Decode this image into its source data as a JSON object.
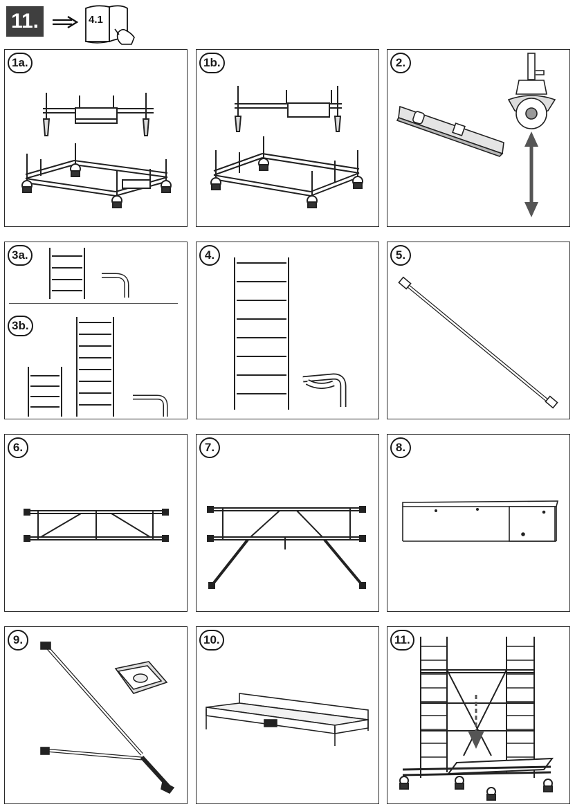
{
  "header": {
    "step_number": "11.",
    "manual_reference": "4.1"
  },
  "panels": [
    {
      "label": "1a."
    },
    {
      "label": "1b."
    },
    {
      "label": "2."
    },
    {
      "label": "3a.",
      "label2": "3b."
    },
    {
      "label": "4."
    },
    {
      "label": "5."
    },
    {
      "label": "6."
    },
    {
      "label": "7."
    },
    {
      "label": "8."
    },
    {
      "label": "9."
    },
    {
      "label": "10."
    },
    {
      "label": "11."
    }
  ],
  "icons": {
    "arrow": "double-right-arrow-icon",
    "manual": "manual-book-icon"
  }
}
